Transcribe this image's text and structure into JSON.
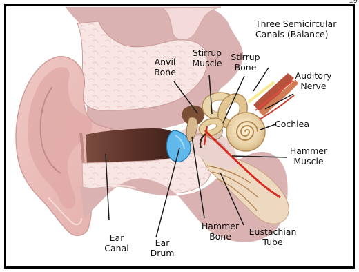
{
  "page_number": "19",
  "colors": {
    "border": "#000000",
    "skin": "#f3c9c5",
    "skin_dark": "#e4a7a6",
    "tissue": "#d9b2b1",
    "bone": "#f7e6e4",
    "dark_canal": "#4b2a24",
    "ear_drum": "#61b8ea",
    "ossicle": "#d7b78d",
    "cochlea": "#ead6ad",
    "nerve": "#b6533f",
    "hammer_muscle": "#d72b22",
    "tube": "#edd9c0"
  },
  "labels": {
    "three_semicircular_line1": "Three Semicircular",
    "three_semicircular_line2": "Canals (Balance)",
    "stirrup_muscle_line1": "Stirrup",
    "stirrup_muscle_line2": "Muscle",
    "stirrup_bone_line1": "Stirrup",
    "stirrup_bone_line2": "Bone",
    "auditory_nerve_line1": "Auditory",
    "auditory_nerve_line2": "Nerve",
    "anvil_bone_line1": "Anvil",
    "anvil_bone_line2": "Bone",
    "cochlea": "Cochlea",
    "hammer_muscle_line1": "Hammer",
    "hammer_muscle_line2": "Muscle",
    "hammer_bone_line1": "Hammer",
    "hammer_bone_line2": "Bone",
    "eustachian_tube_line1": "Eustachian",
    "eustachian_tube_line2": "Tube",
    "ear_canal_line1": "Ear",
    "ear_canal_line2": "Canal",
    "ear_drum_line1": "Ear",
    "ear_drum_line2": "Drum"
  }
}
